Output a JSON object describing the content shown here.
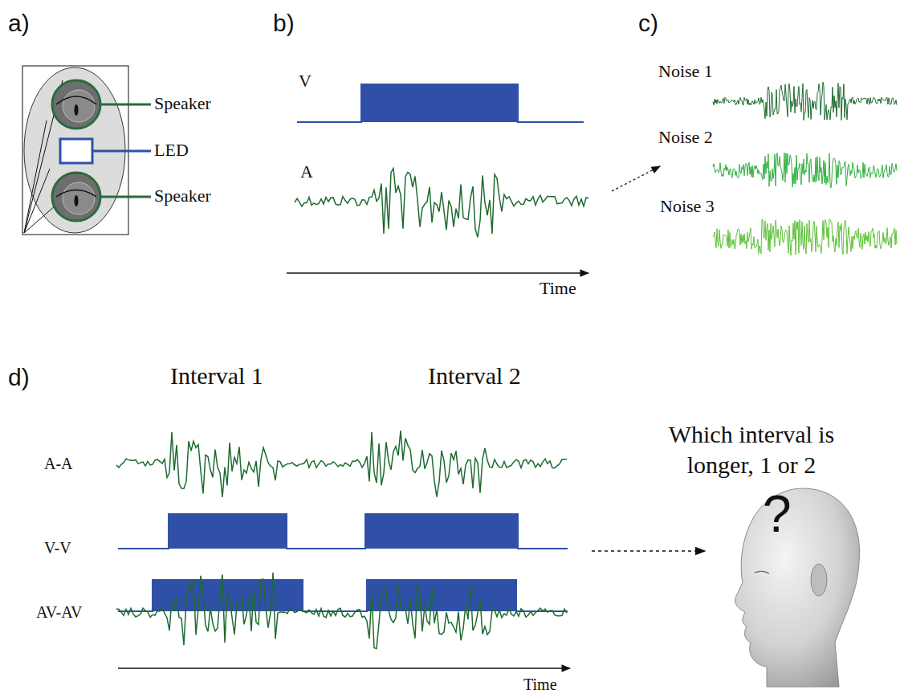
{
  "diagram": {
    "labels": [
      "a)",
      "b)",
      "c)",
      "d)",
      "Speaker",
      "LED",
      "Speaker",
      "V",
      "A",
      "Time",
      "Noise 1",
      "Noise 2",
      "Noise 3",
      "Interval 1",
      "Interval 2",
      "A-A",
      "V-V",
      "AV-AV",
      "Which interval is longer, 1 or 2",
      "?",
      "Time"
    ]
  }
}
